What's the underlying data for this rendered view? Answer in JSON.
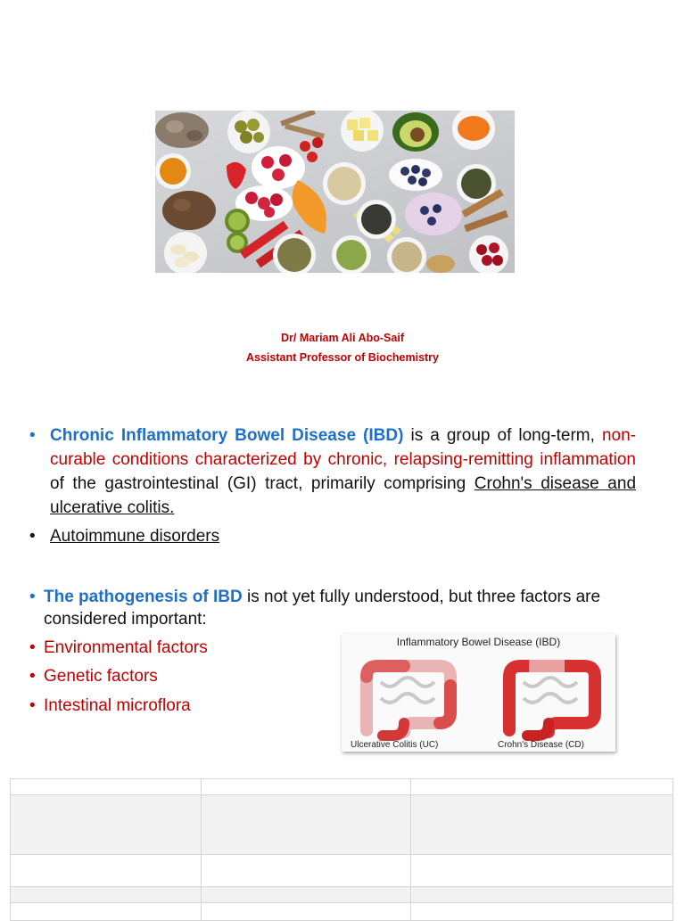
{
  "author": {
    "name": "Dr/ Mariam Ali Abo-Saif",
    "title": "Assistant Professor of Biochemistry"
  },
  "intro": {
    "term": "Chronic Inflammatory Bowel Disease (IBD)",
    "text_1": " is a group of long-term, ",
    "red_text": "non-curable conditions characterized by chronic, relapsing-remitting inflammation",
    "text_2": " of the gastrointestinal (GI) tract, primarily comprising ",
    "underlined": "Crohn's disease and ulcerative colitis.",
    "bullet_2": "Autoimmune disorders"
  },
  "pathogenesis": {
    "term": "The pathogenesis of IBD",
    "text": " is not yet fully understood, but three factors are considered important:",
    "factors": [
      "Environmental factors",
      "Genetic factors",
      "Intestinal microflora"
    ]
  },
  "diagram": {
    "title": "Inflammatory Bowel Disease (IBD)",
    "left_caption": "Ulcerative Colitis (UC)",
    "right_caption": "Crohn's Disease (CD)"
  },
  "colors": {
    "blue": "#1f6fc8",
    "red": "#c00000"
  }
}
